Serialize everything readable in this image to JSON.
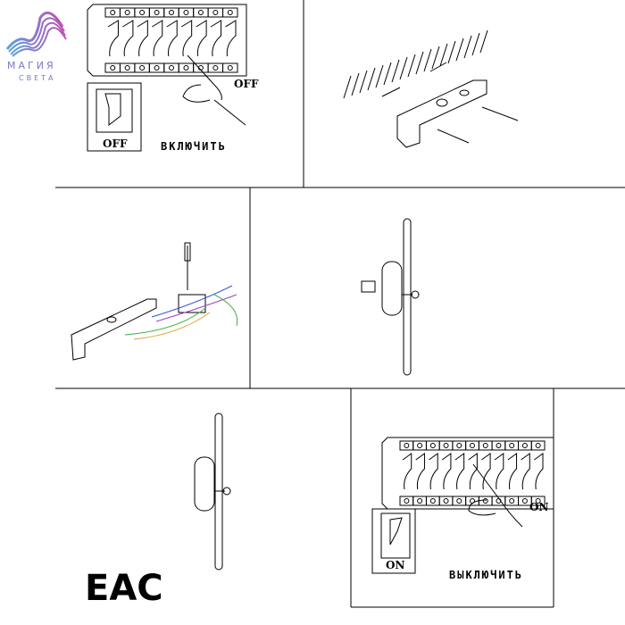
{
  "logo": {
    "line1": "МАГИЯ",
    "line2": "СВЕТА"
  },
  "step1": {
    "panel_label": "OFF",
    "switch_label": "OFF",
    "instruction": "ВКЛЮЧИТЬ"
  },
  "step6": {
    "panel_label": "ON",
    "switch_label": "ON",
    "instruction": "ВЫКЛЮЧИТЬ"
  },
  "certification": "EAC",
  "colors": {
    "wire_blue": "#3050d0",
    "wire_purple": "#a040c0",
    "wire_green": "#40b040",
    "wire_orange": "#e0a040"
  }
}
